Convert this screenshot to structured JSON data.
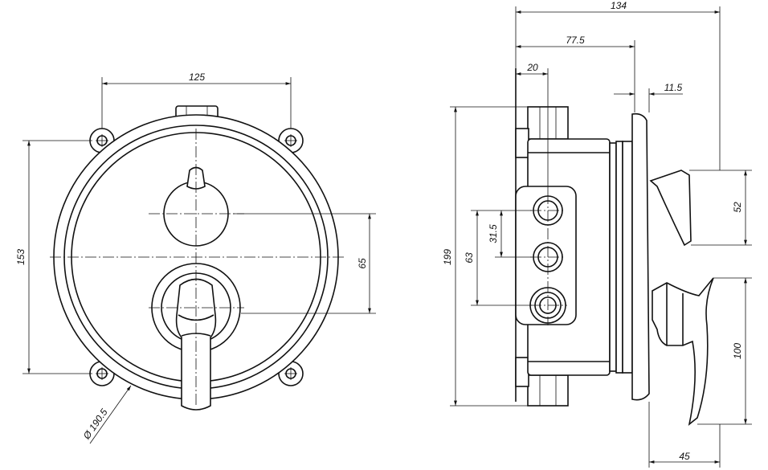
{
  "front_view": {
    "dimensions": {
      "width": "125",
      "height": "153",
      "offset": "65",
      "diameter": "Ø 190.5"
    }
  },
  "side_view": {
    "dimensions": {
      "overall_depth": "134",
      "depth_to_plate": "77.5",
      "port_offset": "20",
      "plate_gap": "11.5",
      "overall_height": "199",
      "port_spacing_total": "63",
      "port_spacing": "31.5",
      "spout_height": "52",
      "lever_height": "100",
      "lever_depth": "45"
    }
  }
}
